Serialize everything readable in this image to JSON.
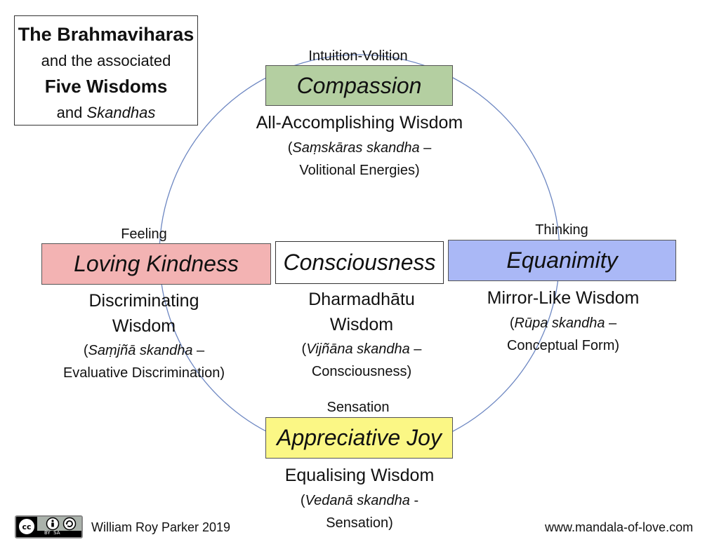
{
  "title": {
    "line1": "The Brahmaviharas",
    "line2": "and the associated",
    "line3": "Five Wisdoms",
    "line4_prefix": "and ",
    "line4_italic": "Skandhas"
  },
  "nodes": {
    "top": {
      "label": "Intuition-Volition",
      "quality": "Compassion",
      "wisdom": "All-Accomplishing Wisdom",
      "skandha_open": "(",
      "skandha_italic": "Saṃskāras skandha",
      "skandha_tail1": " –",
      "skandha_tail2": "Volitional Energies)",
      "color": "#b4cfa1"
    },
    "left": {
      "label": "Feeling",
      "quality": "Loving Kindness",
      "wisdom_line1": "Discriminating",
      "wisdom_line2": "Wisdom",
      "skandha_open": "(",
      "skandha_italic": "Saṃjñā skandha",
      "skandha_tail1": " –",
      "skandha_tail2": "Evaluative Discrimination)",
      "color": "#f3b3b3"
    },
    "center": {
      "quality": "Consciousness",
      "wisdom_line1": "Dharmadhātu",
      "wisdom_line2": "Wisdom",
      "skandha_open": "(",
      "skandha_italic": "Vijñāna skandha",
      "skandha_tail1": " –",
      "skandha_tail2": "Consciousness)",
      "color": "#ffffff"
    },
    "right": {
      "label": "Thinking",
      "quality": "Equanimity",
      "wisdom": "Mirror-Like Wisdom",
      "skandha_open": "(",
      "skandha_italic": "Rūpa skandha",
      "skandha_tail1": " –",
      "skandha_tail2": "Conceptual Form)",
      "color": "#aab8f6"
    },
    "bottom": {
      "label": "Sensation",
      "quality": "Appreciative Joy",
      "wisdom": "Equalising Wisdom",
      "skandha_open": "(",
      "skandha_italic": "Vedanā skandha",
      "skandha_tail1": " -",
      "skandha_tail2": "Sensation)",
      "color": "#fbf785"
    }
  },
  "circle_color": "#6d87c2",
  "footer": {
    "license_icon": "cc-by-sa-icon",
    "license_text": "BY  SA",
    "author": "William Roy Parker 2019",
    "website": "www.mandala-of-love.com"
  }
}
